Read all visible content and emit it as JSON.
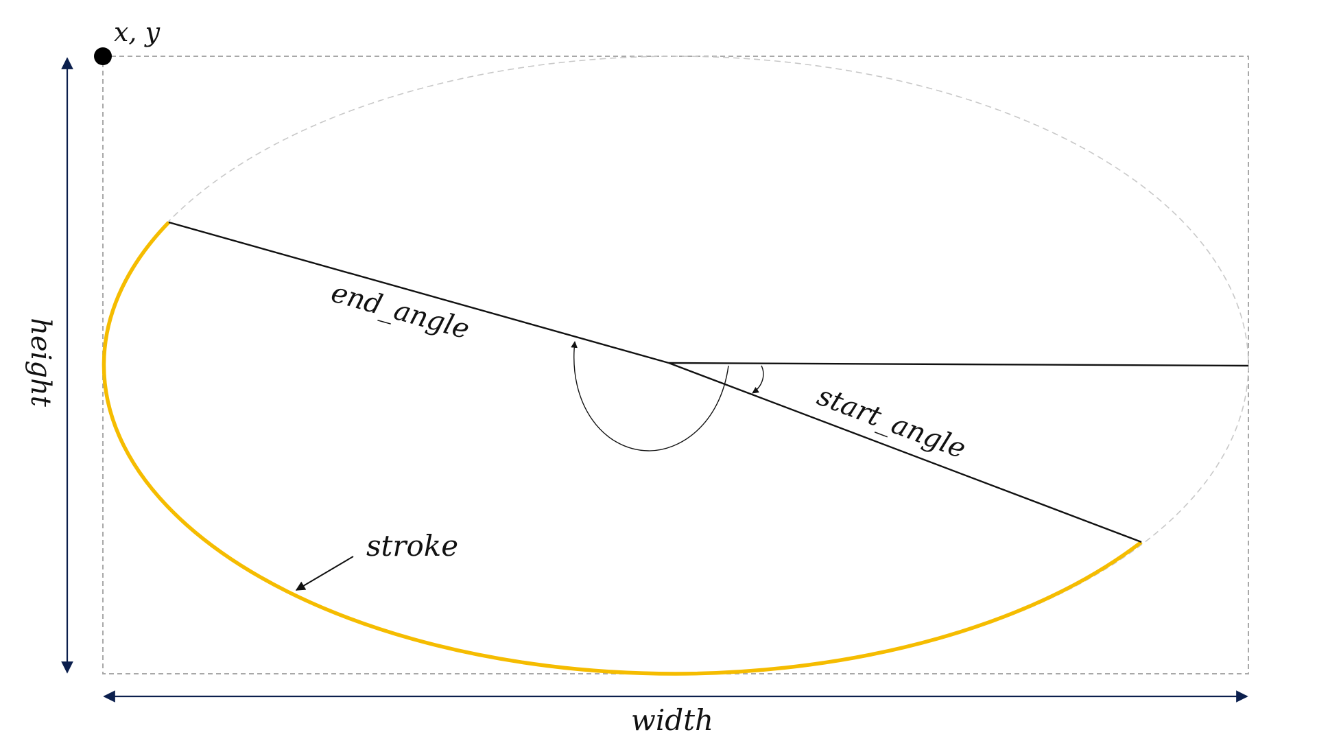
{
  "labels": {
    "origin": "x, y",
    "height": "height",
    "width": "width",
    "end_angle": "end_angle",
    "start_angle": "start_angle",
    "stroke": "stroke"
  },
  "colors": {
    "arc_stroke": "#F5BC00",
    "dimension_arrow": "#0B1F4D",
    "bounding_box": "#A8A8A8",
    "ellipse_guide": "#C8C8C8",
    "lines": "#111111",
    "origin_dot": "#000000"
  }
}
